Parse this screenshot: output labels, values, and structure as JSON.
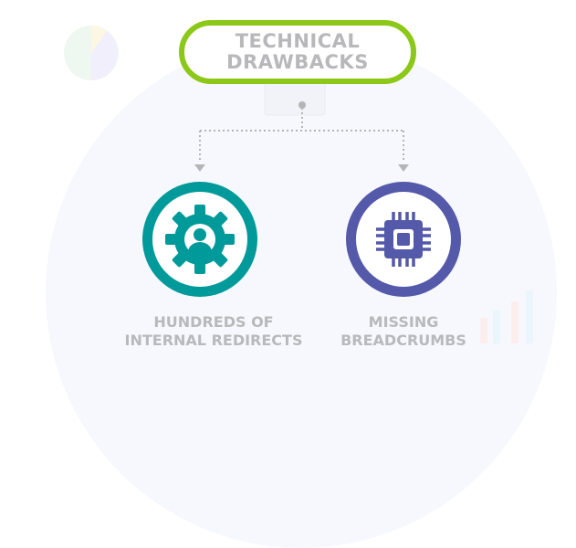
{
  "title": {
    "line1": "TECHNICAL",
    "line2": "DRAWBACKS"
  },
  "items": [
    {
      "line1": "HUNDREDS OF",
      "line2": "INTERNAL REDIRECTS",
      "icon": "gear-user-icon",
      "color": "#009a9a"
    },
    {
      "line1": "MISSING",
      "line2": "BREADCRUMBS",
      "icon": "cpu-chip-icon",
      "color": "#5459a9"
    }
  ],
  "accent": "#8cc817"
}
